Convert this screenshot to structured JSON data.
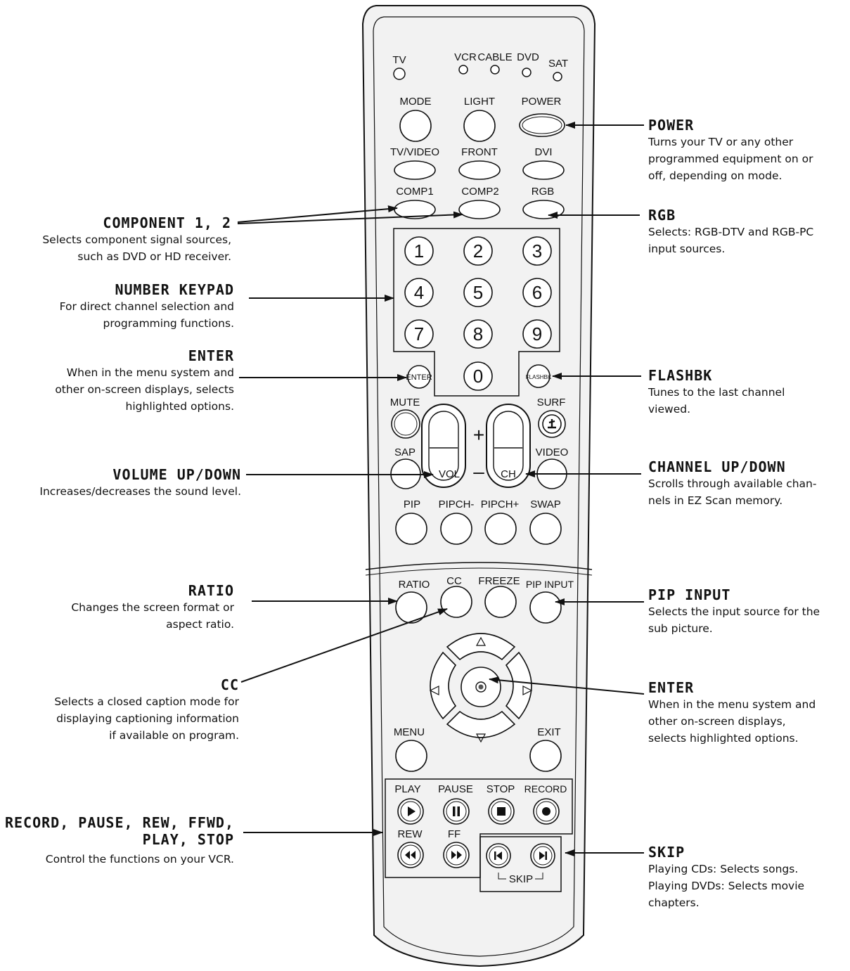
{
  "remote": {
    "modes": [
      "TV",
      "VCR",
      "CABLE",
      "DVD",
      "SAT"
    ],
    "row1": [
      "MODE",
      "LIGHT",
      "POWER"
    ],
    "row2": [
      "TV/VIDEO",
      "FRONT",
      "DVI"
    ],
    "row3": [
      "COMP1",
      "COMP2",
      "RGB"
    ],
    "keypad": [
      "1",
      "2",
      "3",
      "4",
      "5",
      "6",
      "7",
      "8",
      "9",
      "0"
    ],
    "enter_label": "ENTER",
    "flashbk_label": "FLASHBK",
    "mute_label": "MUTE",
    "surf_label": "SURF",
    "sap_label": "SAP",
    "video_label": "VIDEO",
    "vol_label": "VOL",
    "ch_label": "CH",
    "plus": "+",
    "minus": "–",
    "pip_row": [
      "PIP",
      "PIPCH-",
      "PIPCH+",
      "SWAP"
    ],
    "ratio_row": [
      "RATIO",
      "CC",
      "FREEZE",
      "PIP INPUT"
    ],
    "menu_label": "MENU",
    "exit_label": "EXIT",
    "transport": [
      "PLAY",
      "PAUSE",
      "STOP",
      "RECORD"
    ],
    "rew_label": "REW",
    "ff_label": "FF",
    "skip_label": "SKIP"
  },
  "callouts": {
    "component": {
      "title": "COMPONENT 1, 2",
      "desc": "Selects component signal sources,\nsuch as DVD or HD receiver."
    },
    "keypad": {
      "title": "NUMBER KEYPAD",
      "desc": "For direct channel selection and\nprogramming functions."
    },
    "enter_left": {
      "title": "ENTER",
      "desc": "When in the menu system and\nother on-screen displays, selects\nhighlighted options."
    },
    "volume": {
      "title": "VOLUME UP/DOWN",
      "desc": "Increases/decreases the sound level."
    },
    "ratio": {
      "title": "RATIO",
      "desc": "Changes the screen format or\naspect ratio."
    },
    "cc": {
      "title": "CC",
      "desc": "Selects a closed caption mode for\ndisplaying captioning information\nif available on program."
    },
    "record": {
      "title": "RECORD, PAUSE, REW, FFWD,\nPLAY, STOP",
      "desc": "Control the functions on your VCR."
    },
    "power": {
      "title": "POWER",
      "desc": "Turns your TV or any other\nprogrammed equipment on or\noff, depending on mode."
    },
    "rgb": {
      "title": "RGB",
      "desc": "Selects: RGB-DTV and RGB-PC\ninput sources."
    },
    "flashbk": {
      "title": "FLASHBK",
      "desc": "Tunes to the last channel\nviewed."
    },
    "channel": {
      "title": "CHANNEL UP/DOWN",
      "desc": "Scrolls through available chan-\nnels in EZ Scan memory."
    },
    "pipinput": {
      "title": "PIP INPUT",
      "desc": "Selects the input source for the\nsub picture."
    },
    "enter_right": {
      "title": "ENTER",
      "desc": "When in the menu system and\nother on-screen displays,\nselects highlighted options."
    },
    "skip": {
      "title": "SKIP",
      "desc": "Playing CDs: Selects songs.\nPlaying DVDs: Selects movie\nchapters."
    }
  }
}
